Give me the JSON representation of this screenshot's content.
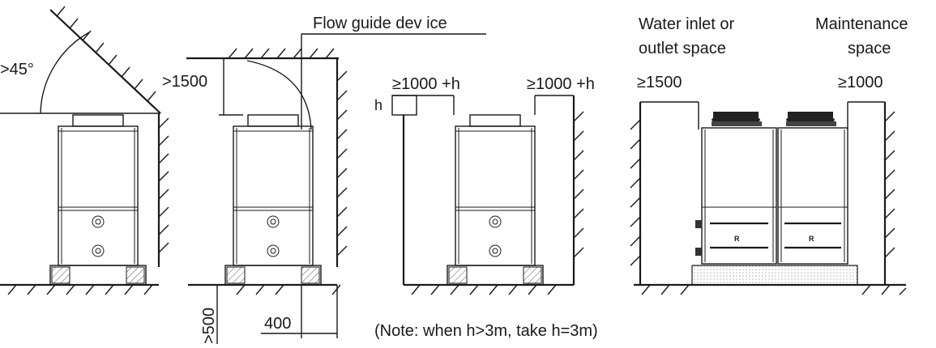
{
  "labels": {
    "angle": ">45°",
    "flow_guide": "Flow guide dev ice",
    "top_clear_1500": ">1500",
    "bottom_clear_500": ">500",
    "side_clear_400": "400",
    "h_symbol": "h",
    "clear_left_1000h": "≥1000 +h",
    "clear_right_1000h": "≥1000 +h",
    "water_inlet_line1": "Water inlet or",
    "water_inlet_line2": "outlet space",
    "maintenance_line1": "Maintenance",
    "maintenance_line2": "space",
    "clear_ge_1500": "≥1500",
    "clear_ge_1000": "≥1000",
    "note": "(Note: when h>3m, take h=3m)"
  },
  "unit_logo_text": "R"
}
